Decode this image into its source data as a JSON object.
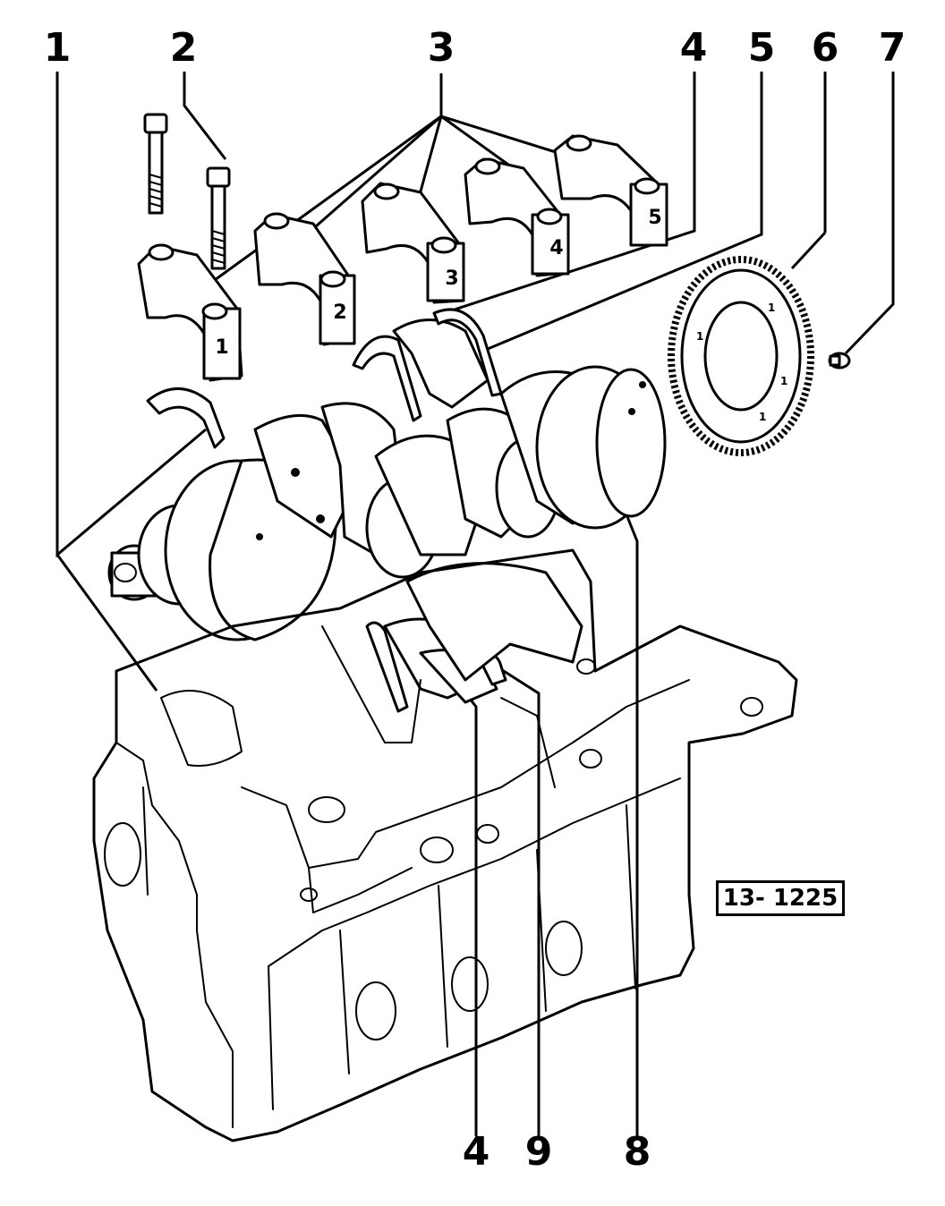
{
  "figure_id": "13- 1225",
  "callouts": [
    "1",
    "2",
    "3",
    "4",
    "5",
    "6",
    "7",
    "4",
    "9",
    "8"
  ],
  "bearing_cap_numbers": [
    "1",
    "2",
    "3",
    "4",
    "5"
  ],
  "flywheel_marks": [
    "1",
    "1",
    "1",
    "1"
  ]
}
